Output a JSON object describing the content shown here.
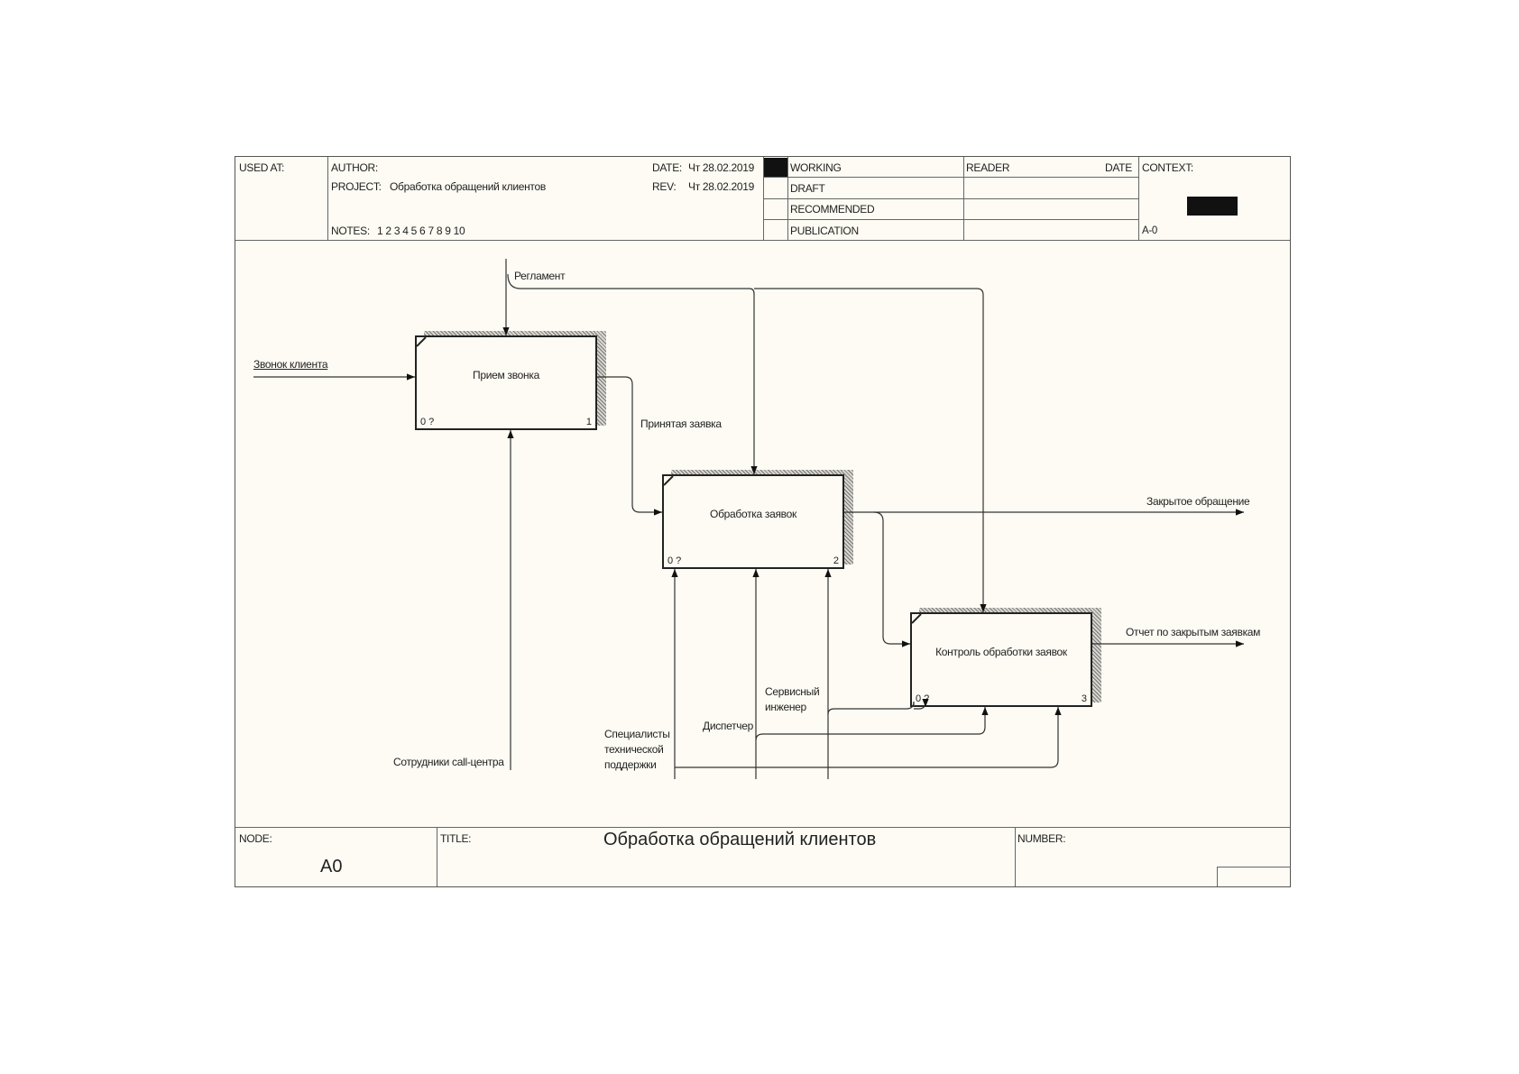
{
  "header": {
    "used_at_label": "USED AT:",
    "author_label": "AUTHOR:",
    "project_label": "PROJECT:",
    "project_value": "Обработка обращений клиентов",
    "notes_label": "NOTES:",
    "notes_value": "1 2 3 4 5 6 7 8 9 10",
    "date_label": "DATE:",
    "date_value": "Чт 28.02.2019",
    "rev_label": "REV:",
    "rev_value": "Чт 28.02.2019",
    "status": [
      "WORKING",
      "DRAFT",
      "RECOMMENDED",
      "PUBLICATION"
    ],
    "reader_label": "READER",
    "reader_date_label": "DATE",
    "context_label": "CONTEXT:",
    "context_node": "A-0"
  },
  "footer": {
    "node_label": "NODE:",
    "node_value": "A0",
    "title_label": "TITLE:",
    "title_value": "Обработка обращений клиентов",
    "number_label": "NUMBER:"
  },
  "boxes": [
    {
      "name": "Прием звонка",
      "cost": "0 ?",
      "number": "1"
    },
    {
      "name": "Обработка заявок",
      "cost": "0 ?",
      "number": "2"
    },
    {
      "name": "Контроль обработки заявок",
      "cost": "0 ?",
      "number": "3"
    }
  ],
  "arrows": {
    "reglament": "Регламент",
    "call": "Звонок клиента",
    "accepted": "Принятая заявка",
    "closed": "Закрытое обращение",
    "report": "Отчет по закрытым заявкам",
    "callcenter": "Сотрудники call-центра",
    "specialists_1": "Специалисты",
    "specialists_2": "технической",
    "specialists_3": "поддержки",
    "dispatcher": "Диспетчер",
    "engineer_1": "Сервисный",
    "engineer_2": "инженер"
  }
}
